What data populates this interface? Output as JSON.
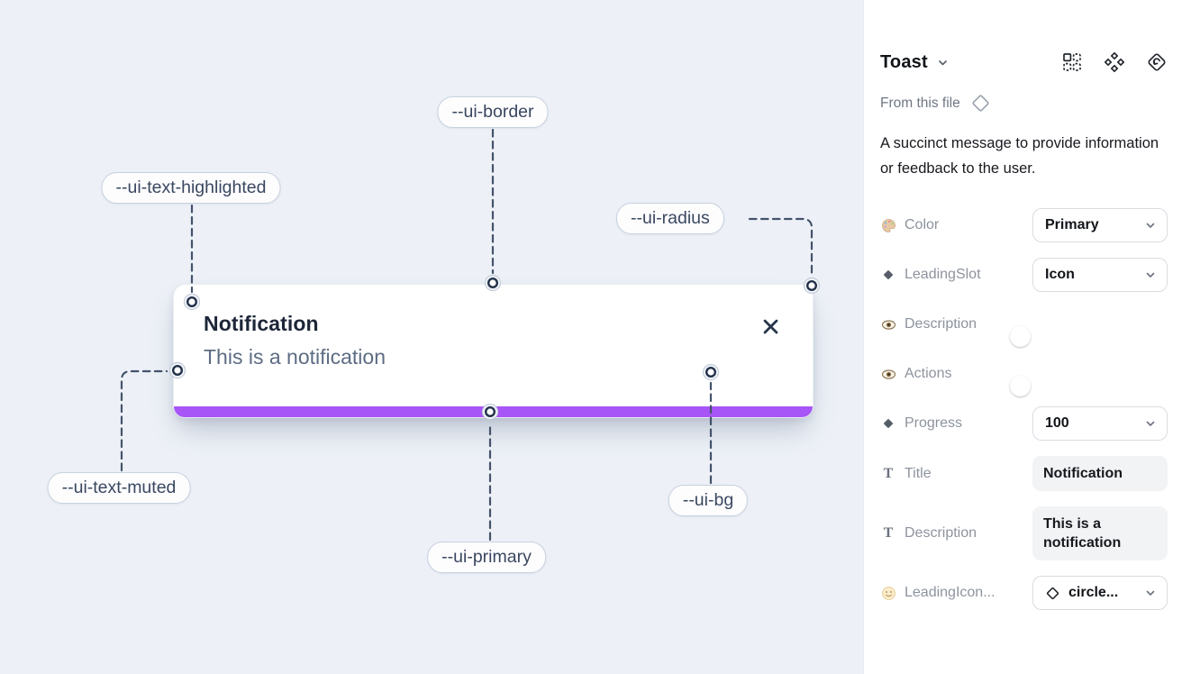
{
  "canvas": {
    "background_color": "#edf1f7",
    "toast": {
      "title": "Notification",
      "description": "This is a notification",
      "progress_color": "#a855f7"
    },
    "annotations": [
      {
        "label": "--ui-border"
      },
      {
        "label": "--ui-text-highlighted"
      },
      {
        "label": "--ui-radius"
      },
      {
        "label": "--ui-text-muted"
      },
      {
        "label": "--ui-primary"
      },
      {
        "label": "--ui-bg"
      }
    ]
  },
  "panel": {
    "title": "Toast",
    "source_label": "From this file",
    "description": "A succinct message to provide information or feedback to the user.",
    "header_icons": [
      "instance-swap-icon",
      "variants-icon",
      "return-to-component-icon"
    ],
    "text_icon_glyph": "T",
    "toggle_on_color": "#1e96f5",
    "properties": [
      {
        "icon": "palette-icon",
        "label": "Color",
        "type": "select",
        "value": "Primary"
      },
      {
        "icon": "diamond-icon",
        "label": "LeadingSlot",
        "type": "select",
        "value": "Icon"
      },
      {
        "icon": "eye-icon",
        "label": "Description",
        "type": "toggle",
        "value": "on"
      },
      {
        "icon": "eye-icon",
        "label": "Actions",
        "type": "toggle",
        "value": "on"
      },
      {
        "icon": "diamond-icon",
        "label": "Progress",
        "type": "select",
        "value": "100"
      },
      {
        "icon": "text-icon",
        "label": "Title",
        "type": "text",
        "value": "Notification"
      },
      {
        "icon": "text-icon",
        "label": "Description",
        "type": "text",
        "value": "This is a notification"
      },
      {
        "icon": "smiley-icon",
        "label": "LeadingIcon...",
        "type": "select",
        "value": "circle..."
      }
    ]
  }
}
